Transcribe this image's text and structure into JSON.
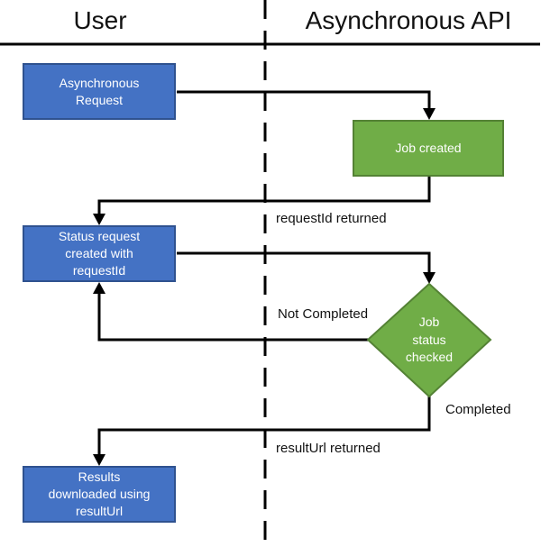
{
  "lanes": {
    "user": "User",
    "api": "Asynchronous API"
  },
  "nodes": {
    "async_request": {
      "label": "Asynchronous\nRequest",
      "type": "process"
    },
    "job_created": {
      "label": "Job created",
      "type": "process"
    },
    "status_request": {
      "label": "Status request\ncreated with\nrequestId",
      "type": "process"
    },
    "job_status_checked": {
      "label": "Job\nstatus\nchecked",
      "type": "decision"
    },
    "results_downloaded": {
      "label": "Results\ndownloaded using\nresultUrl",
      "type": "process"
    }
  },
  "edge_labels": {
    "requestid_returned": "requestId returned",
    "not_completed": "Not Completed",
    "completed": "Completed",
    "resulturl_returned": "resultUrl returned"
  },
  "colors": {
    "process_fill": "#4472C4",
    "process_border": "#2F528F",
    "decision_fill": "#70AD47",
    "decision_border": "#548235",
    "connector": "#000000"
  }
}
